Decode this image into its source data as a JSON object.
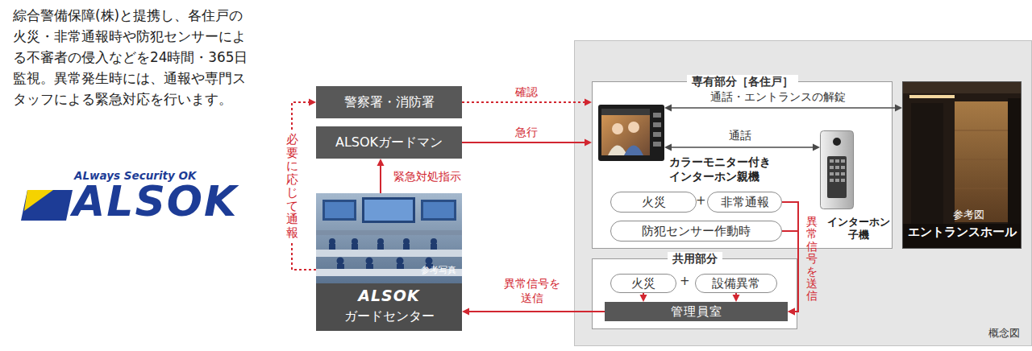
{
  "diagram": {
    "caption": "綜合警備保障(株)と提携し、各住戸の火災・非常通報時や防犯センサーによる不審者の侵入などを24時間・365日監視。異常発生時には、通報や専門スタッフによる緊急対応を行います。",
    "nodes": [
      {
        "text": [
          "警察署・消防署"
        ]
      },
      {
        "text": [
          "ALSOKガードマン"
        ]
      },
      {
        "text": [
          "ALSOK",
          "ガードセンター"
        ]
      },
      {
        "text": [
          "概念図"
        ]
      },
      {
        "text": [
          "専有部分［各住戸］"
        ],
        "in": 3
      },
      {
        "text": [
          "カラーモニター付き インターホン親機"
        ],
        "in": 4
      },
      {
        "text": [
          "インターホン 子機"
        ],
        "in": 4
      },
      {
        "text": [
          "火災"
        ],
        "in": 4
      },
      {
        "text": [
          "非常通報"
        ],
        "in": 4
      },
      {
        "text": [
          "防犯センサー作動時"
        ],
        "in": 4
      },
      {
        "text": [
          "エントランスホール"
        ],
        "in": 3
      },
      {
        "text": [
          "共用部分"
        ],
        "in": 3
      },
      {
        "text": [
          "火災"
        ],
        "in": 11
      },
      {
        "text": [
          "設備異常"
        ],
        "in": 11
      },
      {
        "text": [
          "管理員室"
        ],
        "in": 11
      }
    ],
    "edges": [
      {
        "from": 0,
        "to": 4,
        "label": "確認",
        "arrow": "to"
      },
      {
        "from": 1,
        "to": 4,
        "label": "急行",
        "arrow": "to"
      },
      {
        "from": 2,
        "to": 1,
        "label": "緊急対処指示",
        "arrow": "to"
      },
      {
        "from": 2,
        "to": 0,
        "label": "必要に応じて通報",
        "arrow": "to"
      },
      {
        "from": 14,
        "to": 2,
        "label": "異常信号を 送信",
        "arrow": "to"
      },
      {
        "from": 5,
        "to": 10,
        "label": "通話・エントランスの解錠",
        "arrow": "both"
      },
      {
        "from": 5,
        "to": 6,
        "label": "通話",
        "arrow": "both"
      },
      {
        "from": 8,
        "to": 14,
        "label": "異常信号を送信",
        "arrow": "to"
      },
      {
        "from": 9,
        "to": 14,
        "arrow": "to"
      },
      {
        "from": 12,
        "to": 14,
        "arrow": "to"
      },
      {
        "from": 13,
        "to": 14,
        "arrow": "to"
      }
    ],
    "labels": [
      "ALways Security OK",
      "ALSOK",
      "参考写真",
      "+",
      "+",
      "参考図"
    ]
  }
}
